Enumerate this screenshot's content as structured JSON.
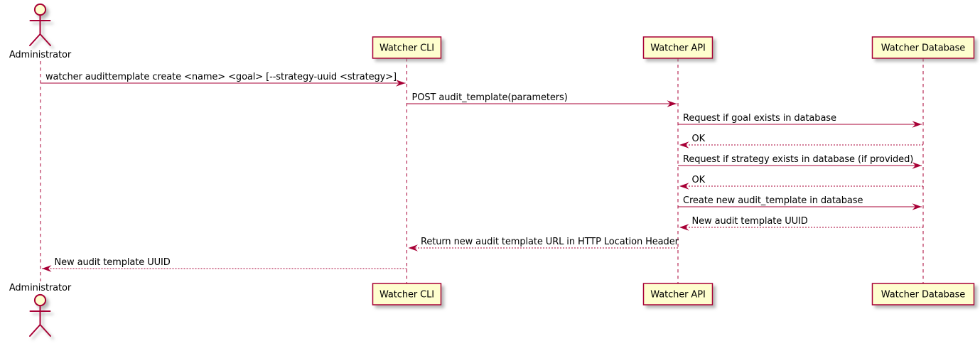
{
  "diagram": {
    "type": "sequence",
    "background": "#FFFFFF",
    "colors": {
      "participant_fill": "#FEFECE",
      "stroke": "#A80036",
      "text": "#000000",
      "shadow": "#888888"
    },
    "participants": [
      {
        "id": "administrator",
        "kind": "actor",
        "label": "Administrator"
      },
      {
        "id": "watcher-cli",
        "kind": "participant",
        "label": "Watcher CLI"
      },
      {
        "id": "watcher-api",
        "kind": "participant",
        "label": "Watcher API"
      },
      {
        "id": "watcher-database",
        "kind": "participant",
        "label": "Watcher Database"
      }
    ],
    "messages": [
      {
        "from": "administrator",
        "to": "watcher-cli",
        "style": "solid",
        "label": "watcher audittemplate create <name> <goal> [--strategy-uuid <strategy>]"
      },
      {
        "from": "watcher-cli",
        "to": "watcher-api",
        "style": "solid",
        "label": "POST audit_template(parameters)"
      },
      {
        "from": "watcher-api",
        "to": "watcher-database",
        "style": "solid",
        "label": "Request if goal exists in database"
      },
      {
        "from": "watcher-database",
        "to": "watcher-api",
        "style": "dashed",
        "label": "OK"
      },
      {
        "from": "watcher-api",
        "to": "watcher-database",
        "style": "solid",
        "label": "Request if strategy exists in database (if provided)"
      },
      {
        "from": "watcher-database",
        "to": "watcher-api",
        "style": "dashed",
        "label": "OK"
      },
      {
        "from": "watcher-api",
        "to": "watcher-database",
        "style": "solid",
        "label": "Create new audit_template in database"
      },
      {
        "from": "watcher-database",
        "to": "watcher-api",
        "style": "dashed",
        "label": "New audit template UUID"
      },
      {
        "from": "watcher-api",
        "to": "watcher-cli",
        "style": "dashed",
        "label": "Return new audit template URL in HTTP Location Header"
      },
      {
        "from": "watcher-cli",
        "to": "administrator",
        "style": "dashed",
        "label": "New audit template UUID"
      }
    ]
  }
}
